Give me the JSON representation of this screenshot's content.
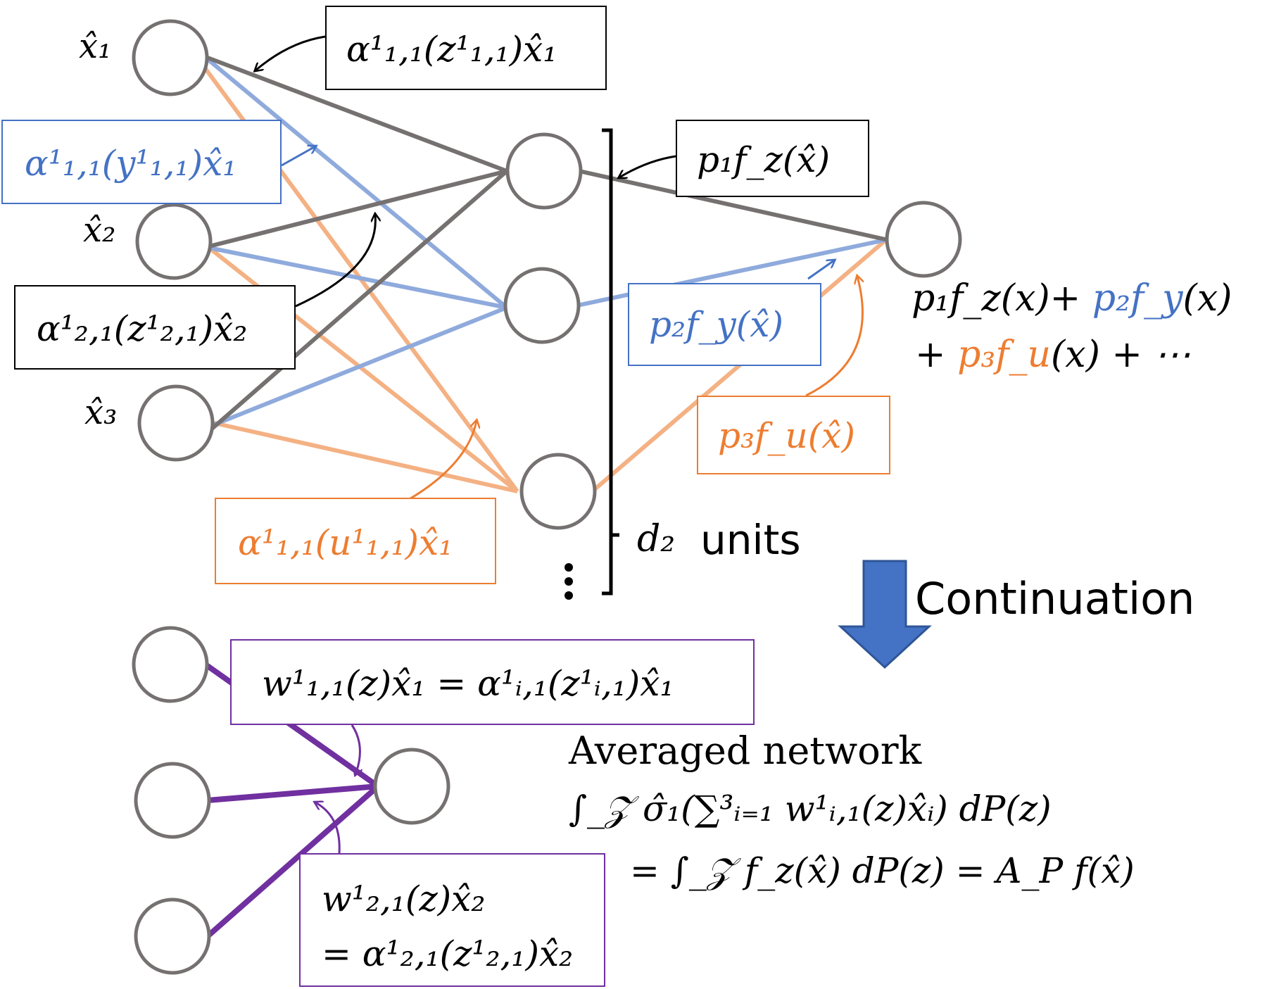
{
  "inputs": {
    "x1": "x̂₁",
    "x2": "x̂₂",
    "x3": "x̂₃"
  },
  "boxes": {
    "alpha_z_11": "α¹₁,₁(z¹₁,₁)x̂₁",
    "alpha_y_11": "α¹₁,₁(y¹₁,₁)x̂₁",
    "alpha_z_21": "α¹₂,₁(z¹₂,₁)x̂₂",
    "alpha_u_11": "α¹₁,₁(u¹₁,₁)x̂₁",
    "p1fz": "p₁f_z(x̂)",
    "p2fy": "p₂f_y(x̂)",
    "p3fu": "p₃f_u(x̂)",
    "w11": "w¹₁,₁(z)x̂₁ = α¹ᵢ,₁(z¹ᵢ,₁)x̂₁",
    "w21_line1": "w¹₂,₁(z)x̂₂",
    "w21_line2": "= α¹₂,₁(z¹₂,₁)x̂₂"
  },
  "output": {
    "line1_black": "p₁f_z(x)+",
    "line1_blue": "p₂f_y",
    "line1_tail": "(x)",
    "line2_plus": "+",
    "line2_orange": "p₃f_u",
    "line2_tail": "(x) + ⋯"
  },
  "units": {
    "d2": "d₂",
    "label": "units",
    "dots": "⋮"
  },
  "continuation": "Continuation",
  "averaged": {
    "title": "Averaged network",
    "formula1": "∫_𝒵 σ̂₁(∑³ᵢ₌₁ w¹ᵢ,₁(z)x̂ᵢ) dP(z)",
    "formula2": "= ∫_𝒵 f_z(x̂) dP(z) = A_P f(x̂)"
  },
  "colors": {
    "gray": "#767171",
    "blue": "#8faadc",
    "blue_text": "#4472c4",
    "orange": "#f4b183",
    "orange_text": "#ed7d31",
    "purple": "#7030a0",
    "arrow_blue": "#4472c4"
  }
}
